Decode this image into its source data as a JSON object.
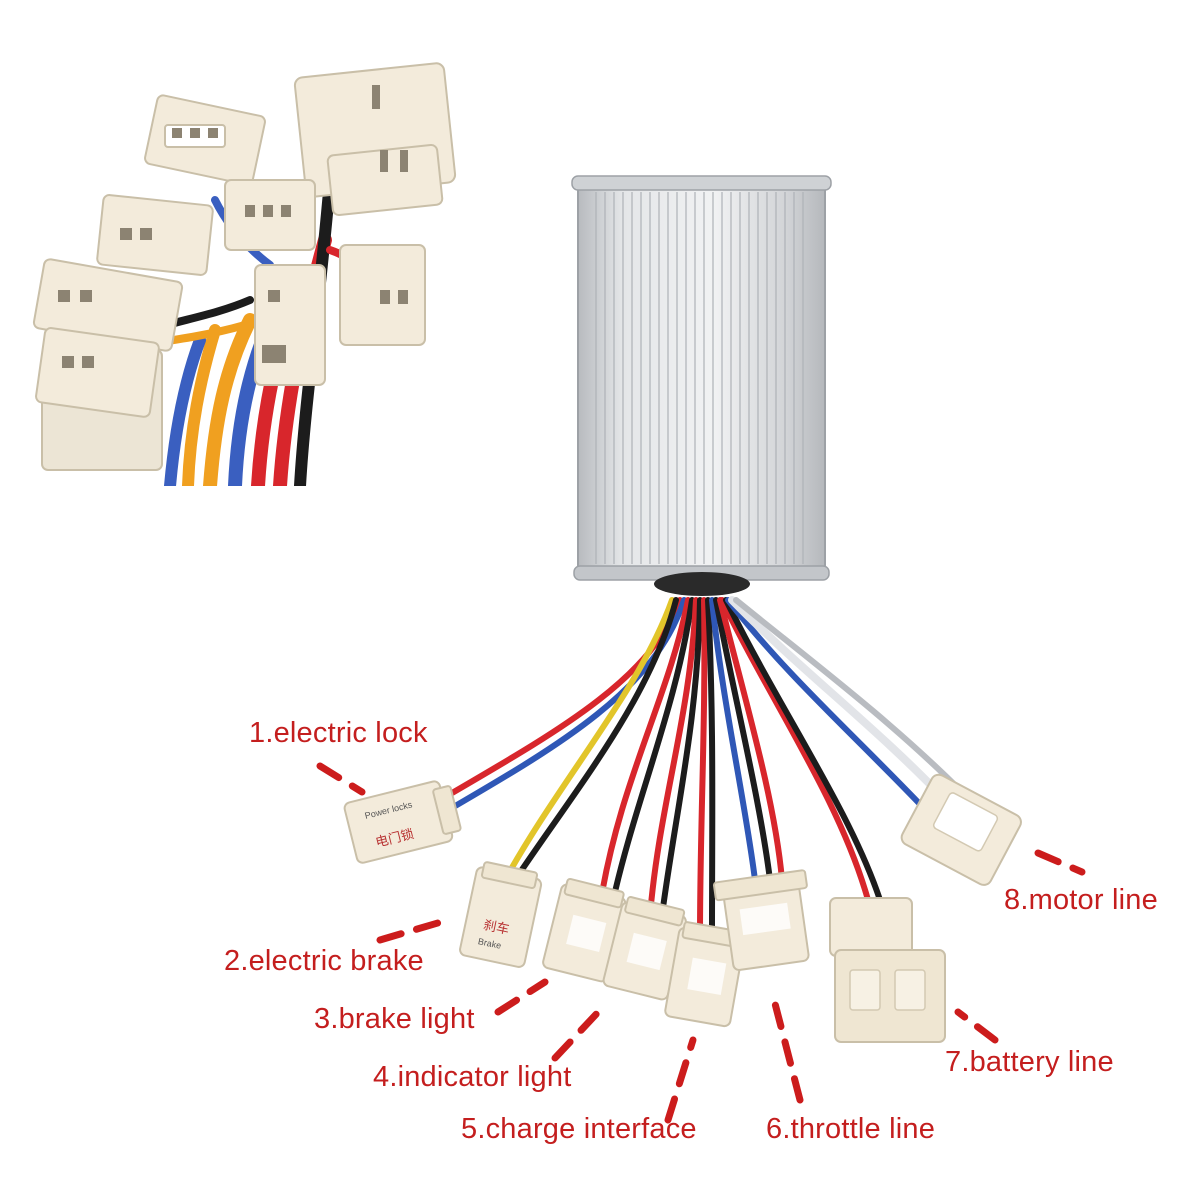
{
  "colors": {
    "label_text": "#c41e1e",
    "leader_dash": "#cc1c1c",
    "housing": "#d7d9dc",
    "connector": "#f3ebdb",
    "wire_red": "#d8262c",
    "wire_black": "#1c1c1c",
    "wire_blue": "#2f57b6",
    "wire_yellow": "#e2c52a",
    "wire_white": "#eef0f3"
  },
  "connector_tags": {
    "electric_lock": {
      "line1": "电门锁",
      "line2": "Power locks"
    },
    "electric_brake": {
      "line1": "刹车",
      "line2": "Brake"
    }
  },
  "labels": [
    {
      "id": "electric-lock",
      "text": "1.electric lock"
    },
    {
      "id": "electric-brake",
      "text": "2.electric brake"
    },
    {
      "id": "brake-light",
      "text": "3.brake light"
    },
    {
      "id": "indicator-light",
      "text": "4.indicator light"
    },
    {
      "id": "charge-interface",
      "text": "5.charge interface"
    },
    {
      "id": "throttle-line",
      "text": "6.throttle line"
    },
    {
      "id": "battery-line",
      "text": "7.battery line"
    },
    {
      "id": "motor-line",
      "text": "8.motor line"
    }
  ]
}
